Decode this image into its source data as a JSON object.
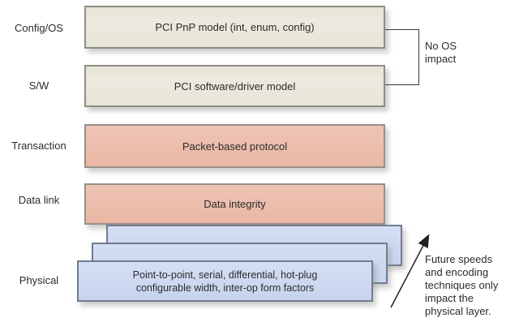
{
  "layers": [
    {
      "label": "Config/OS",
      "box_text": "PCI PnP model (int, enum, config)"
    },
    {
      "label": "S/W",
      "box_text": "PCI software/driver model"
    },
    {
      "label": "Transaction",
      "box_text": "Packet-based protocol"
    },
    {
      "label": "Data link",
      "box_text": "Data integrity"
    },
    {
      "label": "Physical",
      "box_text": "Point-to-point, serial, differential, hot-plug\nconfigurable width, inter-op form factors"
    }
  ],
  "annotations": {
    "no_os_impact": "No OS\nimpact",
    "future_note": "Future speeds\nand encoding\ntechniques only\nimpact the\nphysical layer."
  },
  "colors": {
    "beige_fill": "#e9e7db",
    "salmon_fill": "#ecbfae",
    "blue_fill": "#cdd9f0",
    "box_border": "#8e8e86",
    "blue_border": "#717c8e",
    "text": "#2b2b2b",
    "background": "#ffffff"
  }
}
